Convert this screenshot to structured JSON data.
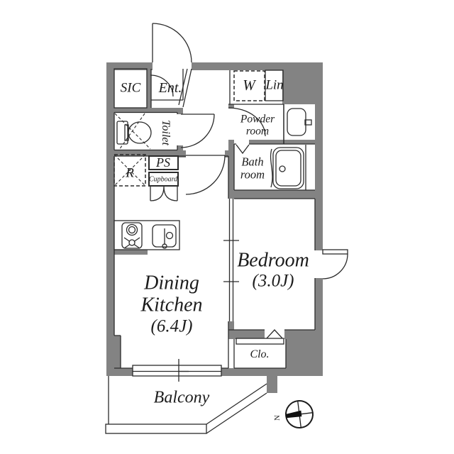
{
  "floorplan": {
    "rooms": {
      "sic": {
        "label": "SIC"
      },
      "entrance": {
        "label": "Ent."
      },
      "toilet": {
        "label": "Toilet"
      },
      "washer": {
        "label": "W"
      },
      "linen": {
        "label": "Lin"
      },
      "powder_room": {
        "label": "Powder room"
      },
      "bath_room": {
        "label": "Bath room"
      },
      "refrigerator": {
        "label": "R"
      },
      "pipe_space": {
        "label": "PS"
      },
      "cupboard": {
        "label": "Cupboard"
      },
      "dining_kitchen": {
        "label": "Dining Kitchen",
        "size": "(6.4J)"
      },
      "bedroom": {
        "label": "Bedroom",
        "size": "(3.0J)"
      },
      "closet": {
        "label": "Clo."
      },
      "balcony": {
        "label": "Balcony"
      }
    },
    "compass": {
      "north_label": "N"
    },
    "colors": {
      "wall": "#838383",
      "line": "#2b2b2b",
      "background": "#ffffff"
    }
  }
}
